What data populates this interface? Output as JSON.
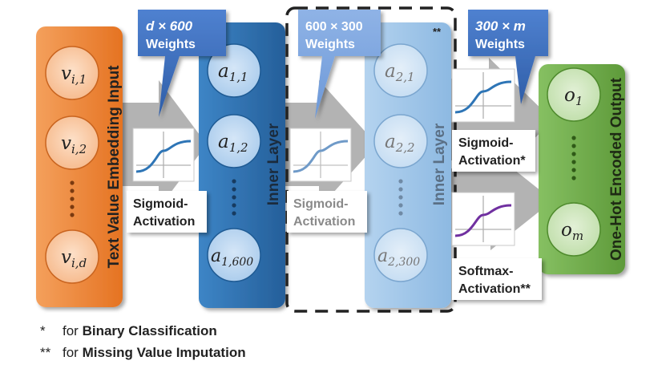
{
  "input_layer": {
    "label": "Text Value Embedding Input",
    "nodes": [
      {
        "base": "v",
        "sub": "i,1"
      },
      {
        "base": "v",
        "sub": "i,2"
      },
      {
        "base": "v",
        "sub": "i,d"
      }
    ]
  },
  "inner_layer_1": {
    "label": "Inner Layer",
    "nodes": [
      {
        "base": "a",
        "sub": "1,1"
      },
      {
        "base": "a",
        "sub": "1,2"
      },
      {
        "base": "a",
        "sub": "1,600"
      }
    ]
  },
  "inner_layer_2": {
    "label": "Inner Layer",
    "marker": "**",
    "nodes": [
      {
        "base": "a",
        "sub": "2,1"
      },
      {
        "base": "a",
        "sub": "2,2"
      },
      {
        "base": "a",
        "sub": "2,300"
      }
    ]
  },
  "output_layer": {
    "label": "One-Hot Encoded Output",
    "nodes": [
      {
        "base": "o",
        "sub": "1"
      },
      {
        "base": "o",
        "sub": "m"
      }
    ]
  },
  "weights": [
    {
      "dims": "d × 600",
      "label": "Weights"
    },
    {
      "dims": "600 × 300",
      "label": "Weights"
    },
    {
      "dims": "300 × m",
      "label": "Weights"
    }
  ],
  "activations": [
    {
      "line1": "Sigmoid-",
      "line2": "Activation"
    },
    {
      "line1": "Sigmoid-",
      "line2": "Activation"
    },
    {
      "line1": "Sigmoid-",
      "line2": "Activation*"
    },
    {
      "line1": "Softmax-",
      "line2": "Activation**"
    }
  ],
  "footnotes": [
    {
      "mark": "*",
      "prefix": "for ",
      "emphasis": "Binary Classification"
    },
    {
      "mark": "**",
      "prefix": "for ",
      "emphasis": "Missing Value Imputation"
    }
  ],
  "colors": {
    "input": "#ed7d31",
    "inner1": "#2e75b6",
    "inner2": "#9dc3e6",
    "output": "#70ad47",
    "weights_callout": "#4472c4",
    "sigmoid_curve": "#2e75b6",
    "softmax_curve": "#7030a0"
  }
}
